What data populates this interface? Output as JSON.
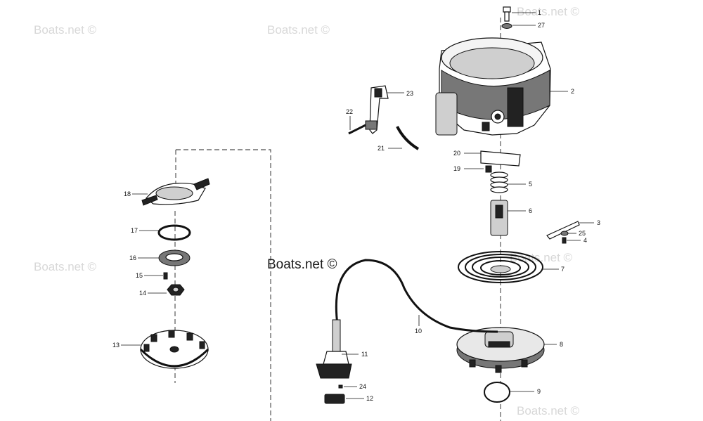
{
  "watermarks": [
    "Boats.net ©",
    "Boats.net ©",
    "Boats.net ©",
    "Boats.net ©",
    "Boats.net ©",
    "Boats.net ©"
  ],
  "watermark_main": "Boats.net ©",
  "callouts": {
    "c1": "1",
    "c27": "27",
    "c2": "2",
    "c23": "23",
    "c22": "22",
    "c21": "21",
    "c20": "20",
    "c19": "19",
    "c5": "5",
    "c6": "6",
    "c3": "3",
    "c25": "25",
    "c4": "4",
    "c7": "7",
    "c18": "18",
    "c17": "17",
    "c16": "16",
    "c15": "15",
    "c14": "14",
    "c13": "13",
    "c10": "10",
    "c11": "11",
    "c8": "8",
    "c9": "9",
    "c24": "24",
    "c12": "12"
  }
}
